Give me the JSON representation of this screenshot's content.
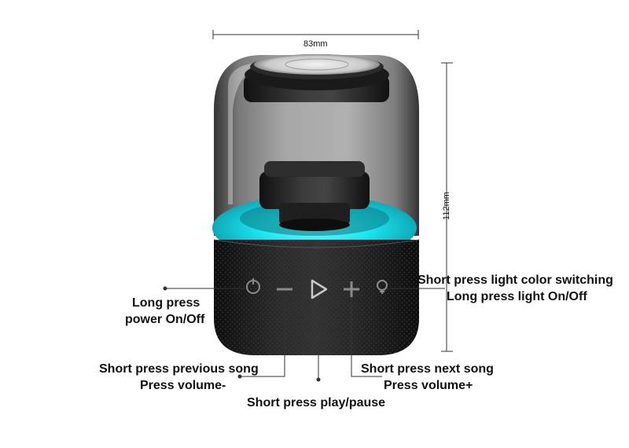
{
  "dimensions": {
    "width_label": "83mm",
    "height_label": "112mm"
  },
  "annotations": {
    "power_line1": "Long press",
    "power_line2": "power On/Off",
    "light_line1": "Short press light color switching",
    "light_line2": "Long press light On/Off",
    "prev_line1": "Short press previous song",
    "prev_line2": "Press volume-",
    "next_line1": "Short press next song",
    "next_line2": "Press volume+",
    "play": "Short press play/pause"
  },
  "colors": {
    "glow": "#19e6f2",
    "fabric": "#1c1c1c",
    "text": "#111111"
  },
  "icons": [
    "power-icon",
    "minus-icon",
    "play-icon",
    "plus-icon",
    "light-bulb-icon"
  ]
}
